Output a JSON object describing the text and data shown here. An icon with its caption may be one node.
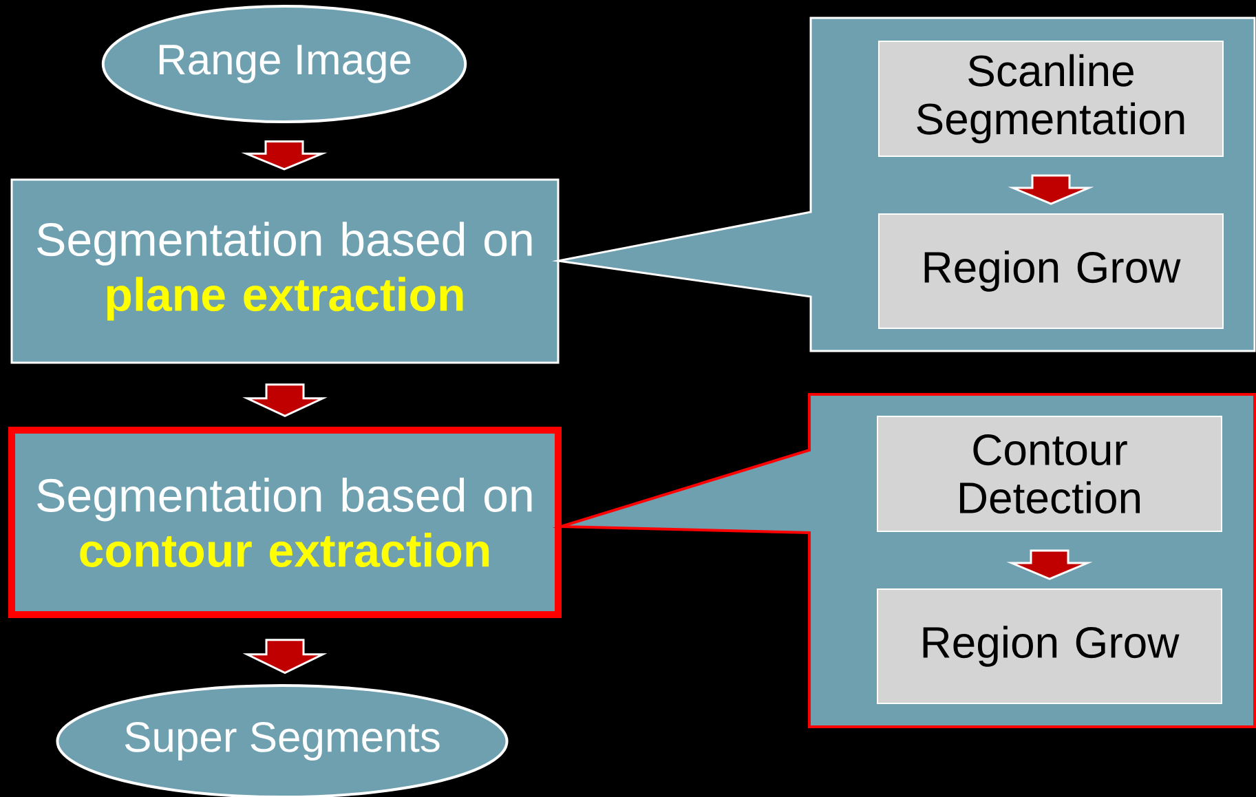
{
  "diagram": {
    "nodes": [
      {
        "text": [
          "Range Image"
        ]
      },
      {
        "text": [
          "Segmentation based on",
          "plane extraction"
        ]
      },
      {
        "text": [],
        "shape": "callout"
      },
      {
        "text": [
          "Scanline Segmentation"
        ],
        "in": 2
      },
      {
        "text": [
          "Region Grow"
        ],
        "in": 2
      },
      {
        "text": [
          "Segmentation based on",
          "contour extraction"
        ]
      },
      {
        "text": [],
        "shape": "callout"
      },
      {
        "text": [
          "Contour Detection"
        ],
        "in": 6
      },
      {
        "text": [
          "Region Grow"
        ],
        "in": 6
      },
      {
        "text": [
          "Super Segments"
        ]
      }
    ],
    "edges": [
      {
        "from": 0,
        "to": 1,
        "arrow": "to"
      },
      {
        "from": 3,
        "to": 4,
        "arrow": "to"
      },
      {
        "from": 1,
        "to": 5,
        "arrow": "to"
      },
      {
        "from": 7,
        "to": 8,
        "arrow": "to"
      },
      {
        "from": 5,
        "to": 9,
        "arrow": "to"
      }
    ]
  }
}
